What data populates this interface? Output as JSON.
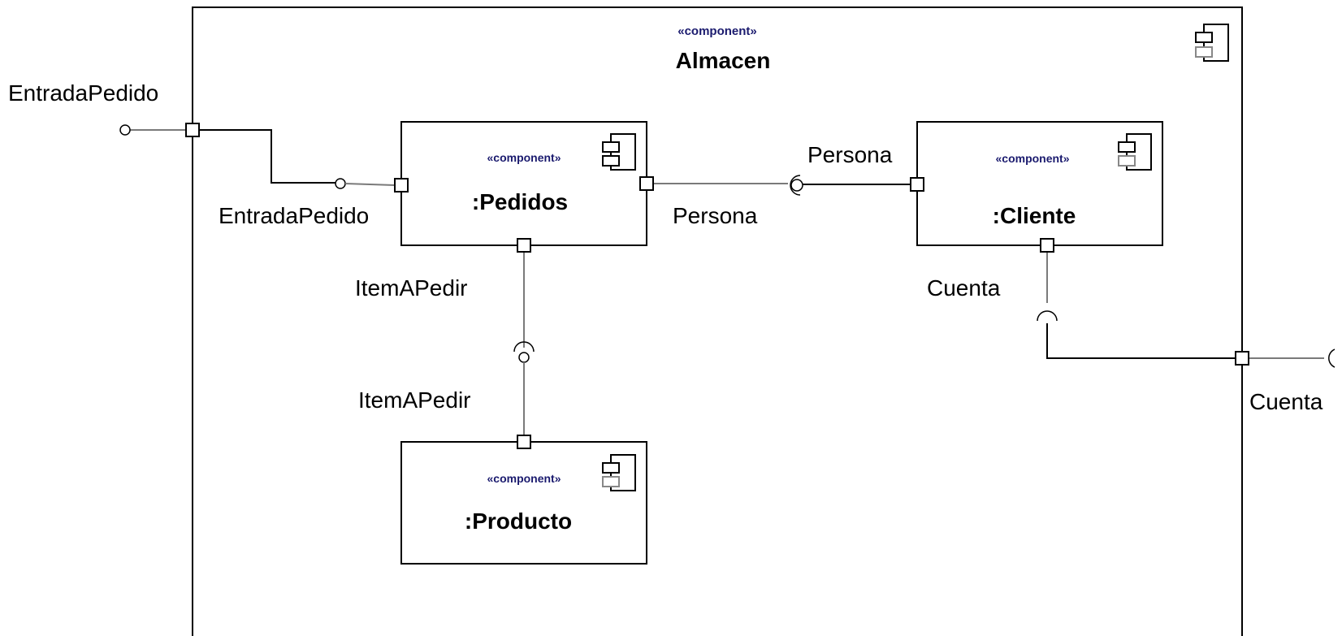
{
  "container": {
    "stereotype": "«component»",
    "name": "Almacen"
  },
  "components": {
    "pedidos": {
      "stereotype": "«component»",
      "name": ":Pedidos"
    },
    "cliente": {
      "stereotype": "«component»",
      "name": ":Cliente"
    },
    "producto": {
      "stereotype": "«component»",
      "name": ":Producto"
    }
  },
  "ports": {
    "entrada_outer": "EntradaPedido",
    "entrada_inner": "EntradaPedido",
    "persona_pedidos": "Persona",
    "persona_cliente": "Persona",
    "item_pedidos": "ItemAPedir",
    "item_producto": "ItemAPedir",
    "cuenta_cliente": "Cuenta",
    "cuenta_outer": "Cuenta"
  },
  "colors": {
    "line": "#000000",
    "connector": "#7a7a7a",
    "stereotype": "#1a1a6e"
  }
}
